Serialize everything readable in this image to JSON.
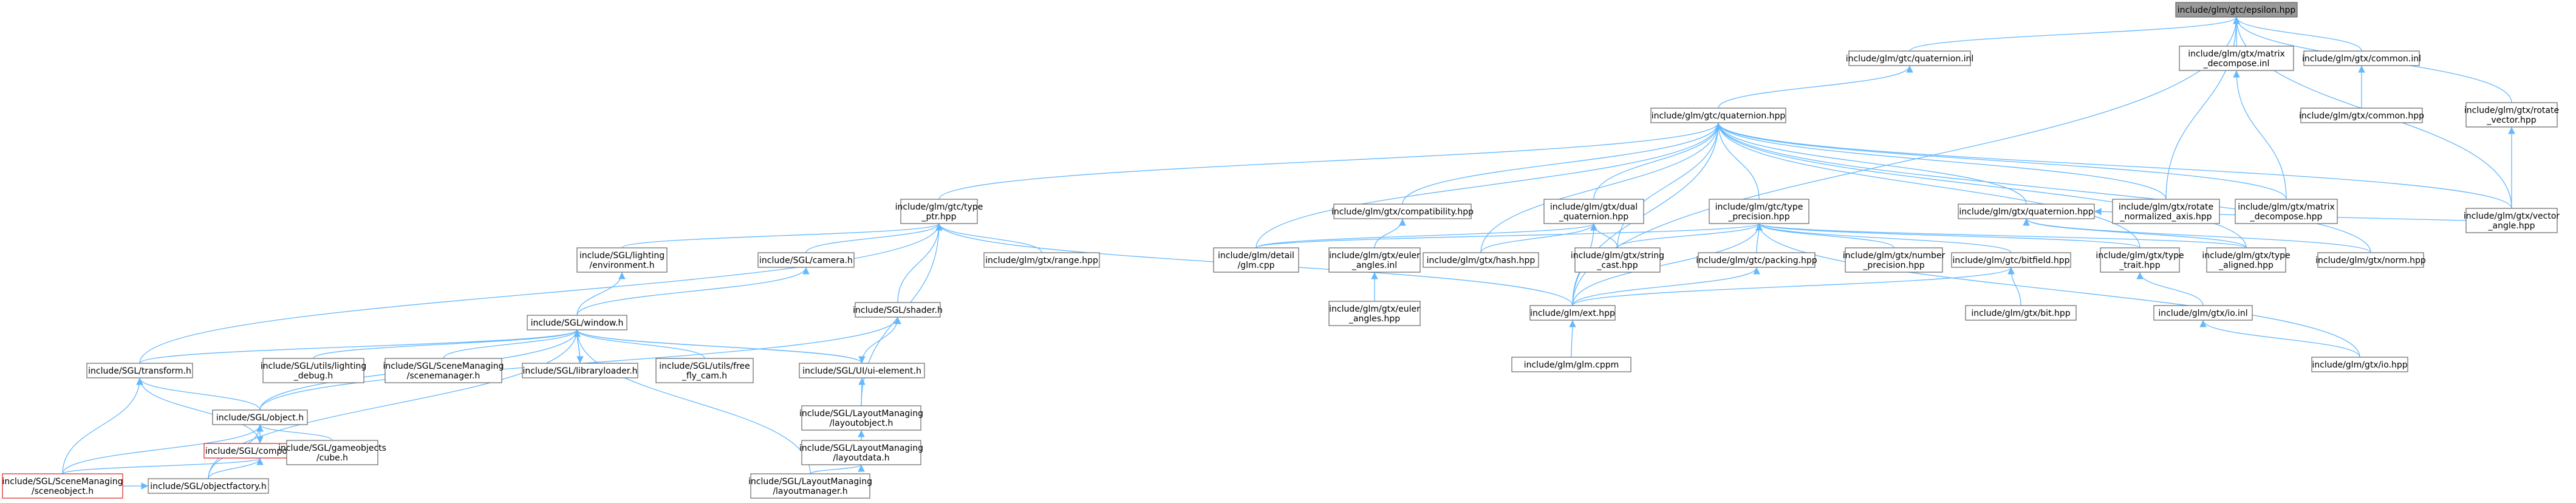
{
  "nodes": [
    {
      "id": "epsilon",
      "lines": [
        "include/glm/gtc/epsilon.hpp"
      ],
      "style": "root"
    },
    {
      "id": "quat_inl",
      "lines": [
        "include/glm/gtc/quaternion.inl"
      ]
    },
    {
      "id": "mdecomp_inl",
      "lines": [
        "include/glm/gtx/matrix",
        "_decompose.inl"
      ]
    },
    {
      "id": "common_inl",
      "lines": [
        "include/glm/gtx/common.inl"
      ]
    },
    {
      "id": "rotvec",
      "lines": [
        "include/glm/gtx/rotate",
        "_vector.hpp"
      ]
    },
    {
      "id": "quat_hpp",
      "lines": [
        "include/glm/gtc/quaternion.hpp"
      ]
    },
    {
      "id": "common_hpp",
      "lines": [
        "include/glm/gtx/common.hpp"
      ]
    },
    {
      "id": "typeptr",
      "lines": [
        "include/glm/gtc/type",
        "_ptr.hpp"
      ]
    },
    {
      "id": "compat",
      "lines": [
        "include/glm/gtx/compatibility.hpp"
      ]
    },
    {
      "id": "dualq",
      "lines": [
        "include/glm/gtx/dual",
        "_quaternion.hpp"
      ]
    },
    {
      "id": "typeprec",
      "lines": [
        "include/glm/gtc/type",
        "_precision.hpp"
      ]
    },
    {
      "id": "gtxquat",
      "lines": [
        "include/glm/gtx/quaternion.hpp"
      ]
    },
    {
      "id": "rotnorm",
      "lines": [
        "include/glm/gtx/rotate",
        "_normalized_axis.hpp"
      ]
    },
    {
      "id": "mdecomp_hpp",
      "lines": [
        "include/glm/gtx/matrix",
        "_decompose.hpp"
      ]
    },
    {
      "id": "vecangle",
      "lines": [
        "include/glm/gtx/vector",
        "_angle.hpp"
      ]
    },
    {
      "id": "lighting",
      "lines": [
        "include/SGL/lighting",
        "/environment.h"
      ]
    },
    {
      "id": "camera",
      "lines": [
        "include/SGL/camera.h"
      ]
    },
    {
      "id": "range",
      "lines": [
        "include/glm/gtx/range.hpp"
      ]
    },
    {
      "id": "glmdetail",
      "lines": [
        "include/glm/detail",
        "/glm.cpp"
      ]
    },
    {
      "id": "euler_inl",
      "lines": [
        "include/glm/gtx/euler",
        "_angles.inl"
      ]
    },
    {
      "id": "hash",
      "lines": [
        "include/glm/gtx/hash.hpp"
      ]
    },
    {
      "id": "strcast",
      "lines": [
        "include/glm/gtx/string",
        "_cast.hpp"
      ]
    },
    {
      "id": "packing",
      "lines": [
        "include/glm/gtc/packing.hpp"
      ]
    },
    {
      "id": "numprec",
      "lines": [
        "include/glm/gtx/number",
        "_precision.hpp"
      ]
    },
    {
      "id": "bitfield",
      "lines": [
        "include/glm/gtc/bitfield.hpp"
      ]
    },
    {
      "id": "typetrait",
      "lines": [
        "include/glm/gtx/type",
        "_trait.hpp"
      ]
    },
    {
      "id": "typealigned",
      "lines": [
        "include/glm/gtx/type",
        "_aligned.hpp"
      ]
    },
    {
      "id": "norm",
      "lines": [
        "include/glm/gtx/norm.hpp"
      ]
    },
    {
      "id": "euler_hpp",
      "lines": [
        "include/glm/gtx/euler",
        "_angles.hpp"
      ]
    },
    {
      "id": "ext",
      "lines": [
        "include/glm/ext.hpp"
      ]
    },
    {
      "id": "bit",
      "lines": [
        "include/glm/gtx/bit.hpp"
      ]
    },
    {
      "id": "io_inl",
      "lines": [
        "include/glm/gtx/io.inl"
      ]
    },
    {
      "id": "shader",
      "lines": [
        "include/SGL/shader.h"
      ]
    },
    {
      "id": "window",
      "lines": [
        "include/SGL/window.h"
      ]
    },
    {
      "id": "glmcppm",
      "lines": [
        "include/glm/glm.cppm"
      ]
    },
    {
      "id": "io_hpp",
      "lines": [
        "include/glm/gtx/io.hpp"
      ]
    },
    {
      "id": "transform",
      "lines": [
        "include/SGL/transform.h"
      ]
    },
    {
      "id": "lightdebug",
      "lines": [
        "include/SGL/utils/lighting",
        "_debug.h"
      ]
    },
    {
      "id": "scenemgr",
      "lines": [
        "include/SGL/SceneManaging",
        "/scenemanager.h"
      ]
    },
    {
      "id": "libloader",
      "lines": [
        "include/SGL/libraryloader.h"
      ]
    },
    {
      "id": "flycam",
      "lines": [
        "include/SGL/utils/free",
        "_fly_cam.h"
      ]
    },
    {
      "id": "uielem",
      "lines": [
        "include/SGL/UI/ui-element.h"
      ]
    },
    {
      "id": "object",
      "lines": [
        "include/SGL/object.h"
      ]
    },
    {
      "id": "layoutobj",
      "lines": [
        "include/SGL/LayoutManaging",
        "/layoutobject.h"
      ]
    },
    {
      "id": "component",
      "lines": [
        "include/SGL/component.h"
      ],
      "style": "red"
    },
    {
      "id": "cube",
      "lines": [
        "include/SGL/gameobjects",
        "/cube.h"
      ]
    },
    {
      "id": "layoutdata",
      "lines": [
        "include/SGL/LayoutManaging",
        "/layoutdata.h"
      ]
    },
    {
      "id": "sceneobj",
      "lines": [
        "include/SGL/SceneManaging",
        "/sceneobject.h"
      ],
      "style": "red"
    },
    {
      "id": "objfactory",
      "lines": [
        "include/SGL/objectfactory.h"
      ]
    },
    {
      "id": "layoutmgr",
      "lines": [
        "include/SGL/LayoutManaging",
        "/layoutmanager.h"
      ]
    }
  ],
  "edges": [
    [
      "epsilon",
      "quat_inl"
    ],
    [
      "epsilon",
      "mdecomp_inl"
    ],
    [
      "epsilon",
      "common_inl"
    ],
    [
      "epsilon",
      "rotvec"
    ],
    [
      "epsilon",
      "rotnorm"
    ],
    [
      "epsilon",
      "vecangle"
    ],
    [
      "epsilon",
      "ext"
    ],
    [
      "quat_inl",
      "quat_hpp"
    ],
    [
      "mdecomp_inl",
      "mdecomp_hpp"
    ],
    [
      "common_inl",
      "common_hpp"
    ],
    [
      "rotvec",
      "vecangle"
    ],
    [
      "quat_hpp",
      "typeptr"
    ],
    [
      "quat_hpp",
      "compat"
    ],
    [
      "quat_hpp",
      "dualq"
    ],
    [
      "quat_hpp",
      "typeprec"
    ],
    [
      "quat_hpp",
      "gtxquat"
    ],
    [
      "quat_hpp",
      "rotnorm"
    ],
    [
      "quat_hpp",
      "mdecomp_hpp"
    ],
    [
      "quat_hpp",
      "glmdetail"
    ],
    [
      "quat_hpp",
      "hash"
    ],
    [
      "quat_hpp",
      "strcast"
    ],
    [
      "quat_hpp",
      "typealigned"
    ],
    [
      "quat_hpp",
      "norm"
    ],
    [
      "quat_hpp",
      "vecangle"
    ],
    [
      "quat_hpp",
      "ext"
    ],
    [
      "quat_hpp",
      "typetrait"
    ],
    [
      "typeptr",
      "lighting"
    ],
    [
      "typeptr",
      "camera"
    ],
    [
      "typeptr",
      "range"
    ],
    [
      "typeptr",
      "shader"
    ],
    [
      "typeptr",
      "transform"
    ],
    [
      "typeptr",
      "ext"
    ],
    [
      "typeptr",
      "layoutobj"
    ],
    [
      "compat",
      "euler_inl"
    ],
    [
      "euler_inl",
      "euler_hpp"
    ],
    [
      "dualq",
      "glmdetail"
    ],
    [
      "dualq",
      "hash"
    ],
    [
      "dualq",
      "strcast"
    ],
    [
      "dualq",
      "ext"
    ],
    [
      "typeprec",
      "strcast"
    ],
    [
      "typeprec",
      "packing"
    ],
    [
      "typeprec",
      "numprec"
    ],
    [
      "typeprec",
      "bitfield"
    ],
    [
      "typeprec",
      "typetrait"
    ],
    [
      "typeprec",
      "typealigned"
    ],
    [
      "typeprec",
      "ext"
    ],
    [
      "typeprec",
      "glmdetail"
    ],
    [
      "typeprec",
      "io_hpp"
    ],
    [
      "gtxquat",
      "typealigned"
    ],
    [
      "gtxquat",
      "norm"
    ],
    [
      "gtxquat",
      "vecangle"
    ],
    [
      "packing",
      "ext"
    ],
    [
      "bitfield",
      "ext"
    ],
    [
      "bitfield",
      "bit"
    ],
    [
      "typetrait",
      "io_inl"
    ],
    [
      "io_inl",
      "io_hpp"
    ],
    [
      "ext",
      "glmcppm"
    ],
    [
      "lighting",
      "window"
    ],
    [
      "camera",
      "window"
    ],
    [
      "shader",
      "uielem"
    ],
    [
      "shader",
      "object"
    ],
    [
      "window",
      "transform"
    ],
    [
      "window",
      "lightdebug"
    ],
    [
      "window",
      "scenemgr"
    ],
    [
      "window",
      "libloader"
    ],
    [
      "window",
      "flycam"
    ],
    [
      "window",
      "uielem"
    ],
    [
      "window",
      "object"
    ],
    [
      "window",
      "objfactory"
    ],
    [
      "window",
      "layoutmgr"
    ],
    [
      "libloader",
      "window"
    ],
    [
      "uielem",
      "window"
    ],
    [
      "transform",
      "object"
    ],
    [
      "transform",
      "component"
    ],
    [
      "transform",
      "sceneobj"
    ],
    [
      "uielem",
      "layoutobj"
    ],
    [
      "layoutobj",
      "layoutdata"
    ],
    [
      "layoutdata",
      "layoutmgr"
    ],
    [
      "object",
      "component"
    ],
    [
      "object",
      "cube"
    ],
    [
      "object",
      "sceneobj"
    ],
    [
      "object",
      "objfactory"
    ],
    [
      "component",
      "object"
    ],
    [
      "component",
      "sceneobj"
    ],
    [
      "component",
      "objfactory"
    ],
    [
      "objfactory",
      "sceneobj"
    ]
  ]
}
